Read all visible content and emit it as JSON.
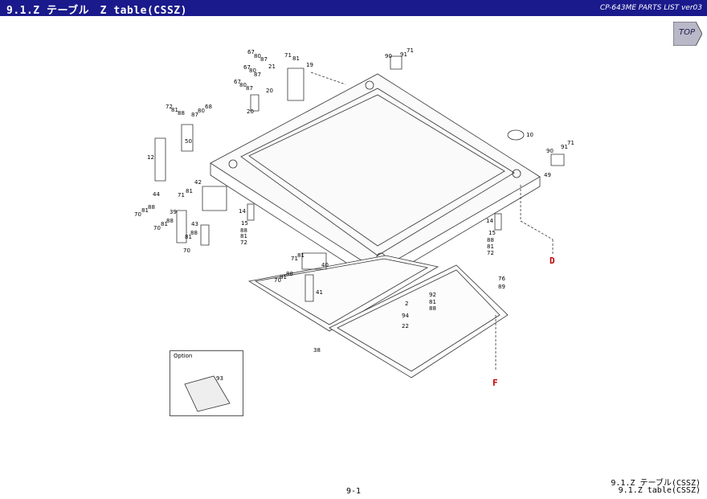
{
  "header": {
    "title": "9.1.Z テーブル　Z table(CSSZ)",
    "doc_title": "CP-643ME PARTS LIST ver03"
  },
  "nav": {
    "top_label": "TOP"
  },
  "option": {
    "label": "Option"
  },
  "callouts": {
    "upper": [
      "67",
      "80",
      "87",
      "71",
      "81",
      "21",
      "19",
      "67",
      "80",
      "87",
      "67",
      "80",
      "87",
      "20",
      "20",
      "90",
      "91",
      "71",
      "72",
      "81",
      "88",
      "87",
      "80",
      "68",
      "50",
      "12",
      "10",
      "90",
      "91",
      "71",
      "49",
      "42",
      "44",
      "71",
      "81",
      "70",
      "81",
      "88",
      "39",
      "70",
      "81",
      "88",
      "43",
      "81",
      "88",
      "70",
      "14",
      "15",
      "88",
      "81",
      "72",
      "14",
      "15",
      "88",
      "81",
      "72"
    ],
    "lower": [
      "71",
      "81",
      "40",
      "70",
      "81",
      "88",
      "41",
      "38",
      "76",
      "89",
      "2",
      "92",
      "81",
      "88",
      "94",
      "22",
      "93"
    ]
  },
  "refs": {
    "d": "D",
    "f": "F"
  },
  "footer": {
    "jp": "9.1.Z テーブル(CSSZ)",
    "en": "9.1.Z table(CSSZ)",
    "page": "9-1"
  },
  "colors": {
    "header_bg": "#1a1a8c",
    "ref_color": "#c00000"
  }
}
